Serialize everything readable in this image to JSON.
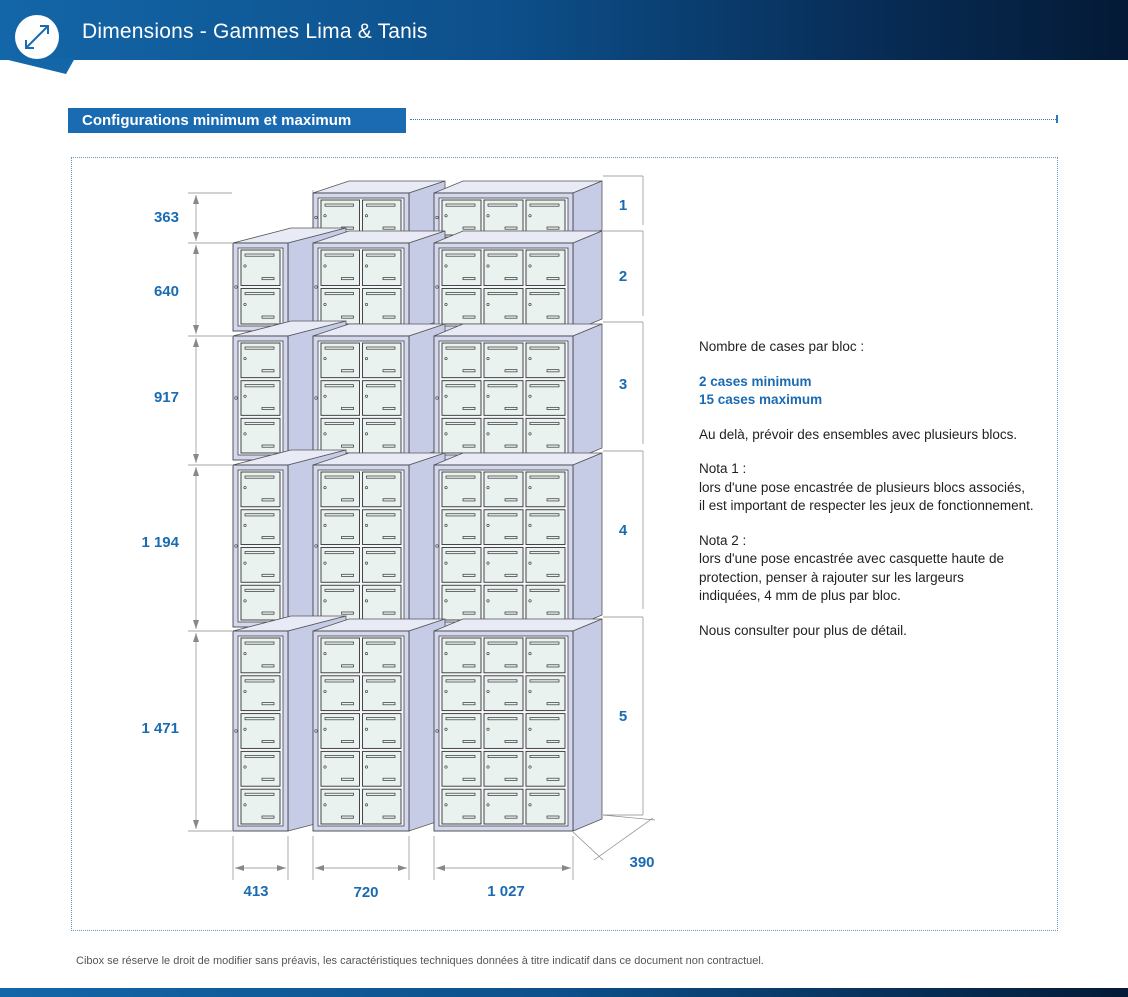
{
  "header": {
    "title": "Dimensions - Gammes Lima & Tanis",
    "icon": "resize-diagonal-icon"
  },
  "section": {
    "title": "Configurations minimum  et maximum"
  },
  "dimensions": {
    "heights": [
      "363",
      "640",
      "917",
      "1 194",
      "1 471"
    ],
    "widths": [
      "413",
      "720",
      "1 027"
    ],
    "depth": "390",
    "rows": [
      "1",
      "2",
      "3",
      "4",
      "5"
    ]
  },
  "notes": {
    "intro": "Nombre de cases par bloc :",
    "min": "2 cases minimum",
    "max": "15 cases maximum",
    "beyond": "Au delà, prévoir des ensembles avec plusieurs blocs.",
    "nota1_title": "Nota 1 :",
    "nota1_line1": "lors d'une pose encastrée de plusieurs blocs associés,",
    "nota1_line2": "il est important de respecter les jeux de fonctionnement.",
    "nota2_title": "Nota 2 :",
    "nota2_line1": "lors d'une pose encastrée avec casquette haute de",
    "nota2_line2": "protection, penser à rajouter sur les largeurs",
    "nota2_line3": "indiquées, 4 mm de plus par bloc.",
    "consult": "Nous consulter pour plus de détail."
  },
  "footer": {
    "disclaimer": "Cibox se réserve le droit de modifier sans préavis, les caractéristiques techniques données à titre indicatif dans ce document non contractuel."
  },
  "colors": {
    "brand_blue": "#1a6bb2",
    "header_dark": "#072a52",
    "cabinet_fill": "#d3d8ee",
    "door_fill": "#e9f2ee"
  }
}
